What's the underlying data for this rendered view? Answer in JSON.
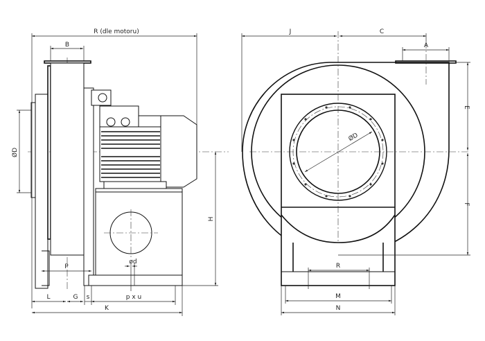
{
  "side_view": {
    "dim_R": "R (dle motoru)",
    "dim_B": "B",
    "dim_D": "ØD",
    "dim_H": "H",
    "dim_P": "P",
    "dim_d": "ød",
    "dim_L": "L",
    "dim_G": "G",
    "dim_s": "s",
    "dim_pxu": "p x u",
    "dim_K": "K"
  },
  "front_view": {
    "dim_J": "J",
    "dim_C": "C",
    "dim_A": "A",
    "dim_E": "E",
    "dim_F": "F",
    "dim_D": "ØD",
    "dim_R": "R",
    "dim_M": "M",
    "dim_N": "N"
  }
}
